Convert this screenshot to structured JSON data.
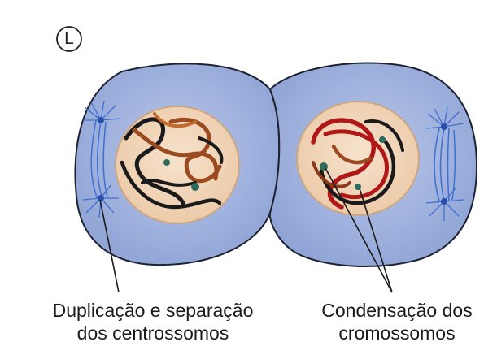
{
  "panel_label": "L",
  "captions": {
    "left_line1": "Duplicação e separação",
    "left_line2": "dos centrossomos",
    "right_line1": "Condensação dos",
    "right_line2": "cromossomos"
  },
  "colors": {
    "cell_fill": "#9fb2dd",
    "cell_stroke": "#1e2230",
    "nucleus_fill": "#f1d7be",
    "chromosome_dark": "#1a1a1a",
    "chromosome_brown": "#9a4a1e",
    "chromosome_red": "#b01818",
    "centrosome_blue": "#3f6fd0"
  }
}
